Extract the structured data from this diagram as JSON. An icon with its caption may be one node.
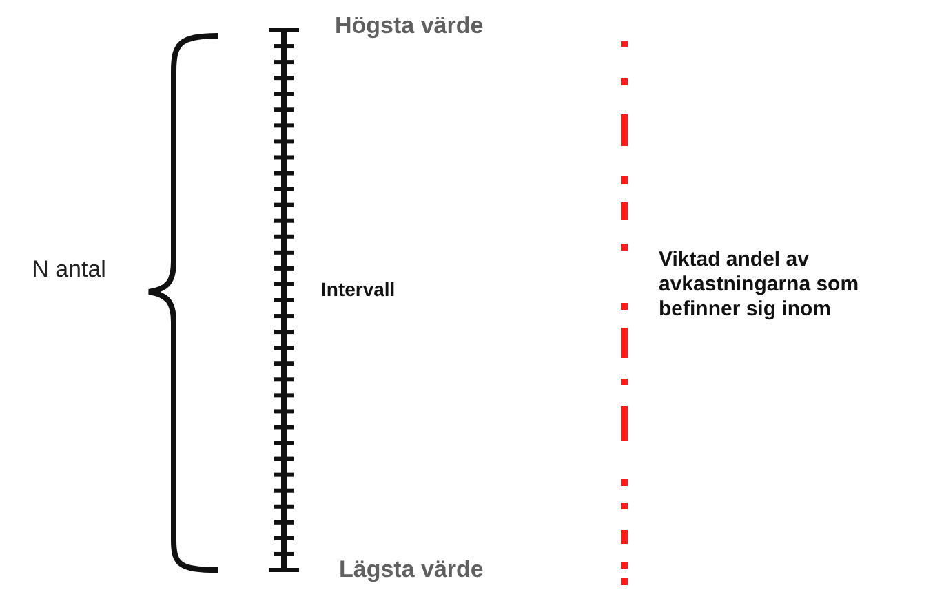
{
  "diagram": {
    "labels": [
      "Högsta värde",
      "N antal",
      "Intervall",
      "Viktad andel av avkastningarna som befinner sig inom",
      "Lägsta värde"
    ]
  }
}
